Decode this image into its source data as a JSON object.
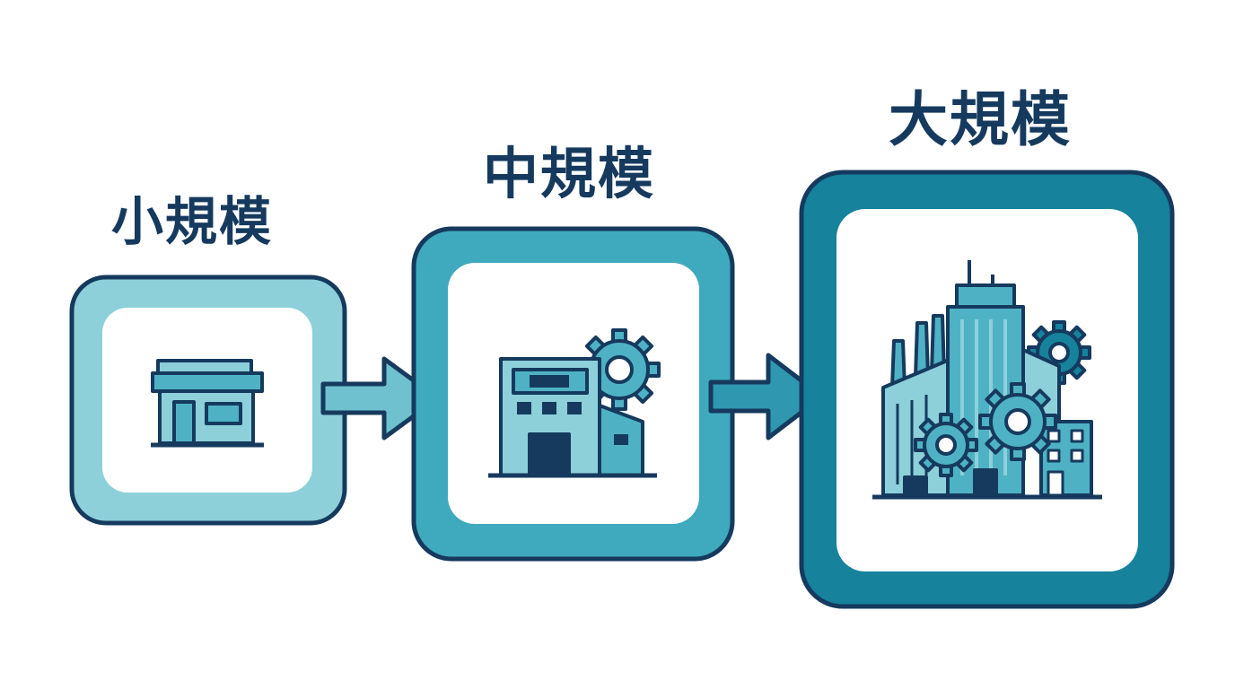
{
  "stages": [
    {
      "label": "小規模",
      "icon": "small-shop-icon"
    },
    {
      "label": "中規模",
      "icon": "medium-factory-icon"
    },
    {
      "label": "大規模",
      "icon": "large-industrial-city-icon"
    }
  ],
  "colors": {
    "outline": "#163a5e",
    "small_frame": "#8dd0da",
    "medium_frame": "#3faabd",
    "large_frame": "#16829c",
    "arrow_light": "#6fc1cf",
    "arrow_dark": "#2f97b0",
    "icon_fill": "#4fb2c4",
    "icon_light": "#8dd0da"
  }
}
